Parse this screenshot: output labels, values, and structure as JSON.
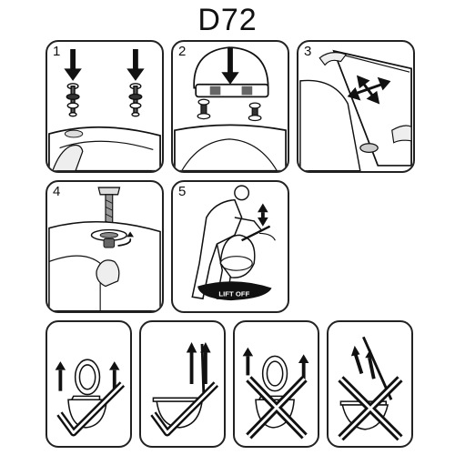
{
  "header": {
    "title": "D72"
  },
  "steps": [
    {
      "number": "1"
    },
    {
      "number": "2"
    },
    {
      "number": "3"
    },
    {
      "number": "4"
    },
    {
      "number": "5",
      "mat_label": "LIFT OFF"
    }
  ],
  "usage_panels": [
    {
      "verdict": "correct",
      "mark_icon": "checkmark-icon"
    },
    {
      "verdict": "correct",
      "mark_icon": "checkmark-icon"
    },
    {
      "verdict": "incorrect",
      "mark_icon": "cross-icon"
    },
    {
      "verdict": "incorrect",
      "mark_icon": "cross-icon"
    }
  ]
}
